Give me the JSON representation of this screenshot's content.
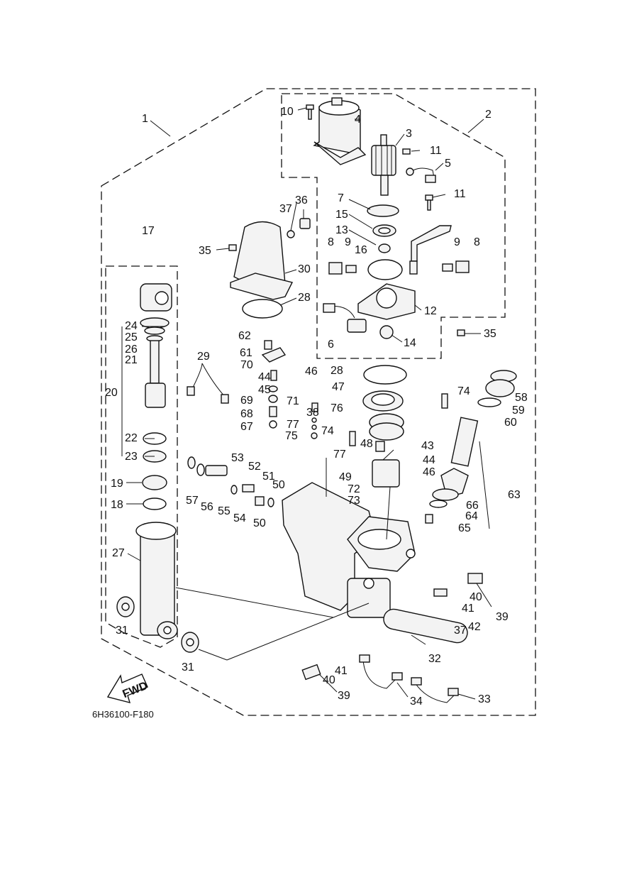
{
  "diagram_code": "6H36100-F180",
  "fwd_label": "FWD",
  "callouts": [
    "1",
    "2",
    "3",
    "4",
    "5",
    "6",
    "7",
    "8",
    "8",
    "9",
    "9",
    "10",
    "11",
    "11",
    "12",
    "13",
    "14",
    "15",
    "16",
    "17",
    "18",
    "19",
    "20",
    "21",
    "22",
    "23",
    "24",
    "25",
    "26",
    "27",
    "28",
    "28",
    "29",
    "30",
    "31",
    "31",
    "32",
    "33",
    "34",
    "35",
    "35",
    "36",
    "37",
    "37",
    "38",
    "39",
    "39",
    "40",
    "40",
    "41",
    "41",
    "42",
    "43",
    "44",
    "44",
    "45",
    "46",
    "46",
    "47",
    "48",
    "49",
    "50",
    "50",
    "51",
    "52",
    "53",
    "54",
    "55",
    "56",
    "57",
    "58",
    "59",
    "60",
    "61",
    "62",
    "63",
    "64",
    "65",
    "66",
    "67",
    "68",
    "69",
    "70",
    "71",
    "72",
    "73",
    "74",
    "74",
    "75",
    "76",
    "77",
    "77"
  ]
}
